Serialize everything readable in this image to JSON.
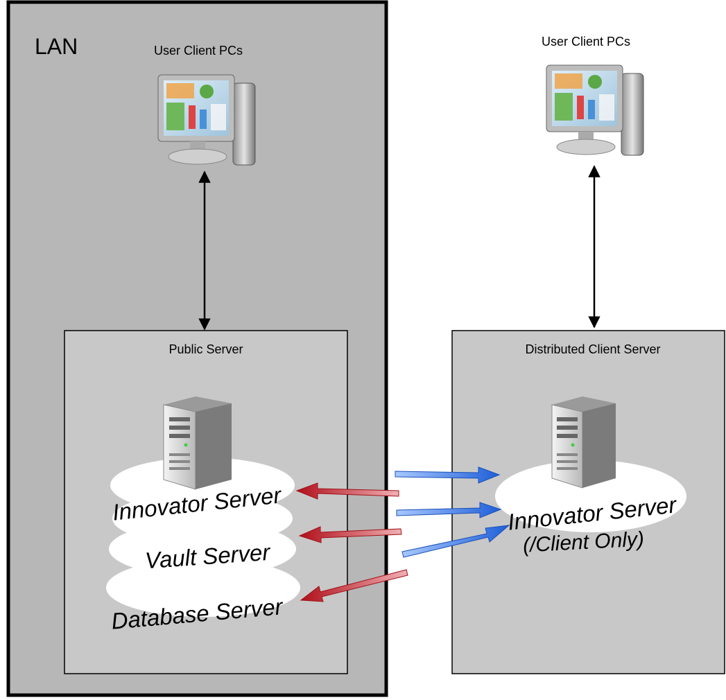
{
  "lan": {
    "label": "LAN"
  },
  "left_clients": {
    "label": "User Client PCs"
  },
  "right_clients": {
    "label": "User Client PCs"
  },
  "public_server": {
    "title": "Public Server",
    "layers": [
      "Innovator Server",
      "Vault Server",
      "Database Server"
    ]
  },
  "distributed_server": {
    "title": "Distributed Client Server",
    "layer": "Innovator Server",
    "note": "(/Client Only)"
  },
  "colors": {
    "lan_fill": "#b7b7b7",
    "server_box_fill": "#c8c8c8",
    "outgoing_arrow": "#c8202a",
    "incoming_arrow": "#2d6fe0"
  }
}
